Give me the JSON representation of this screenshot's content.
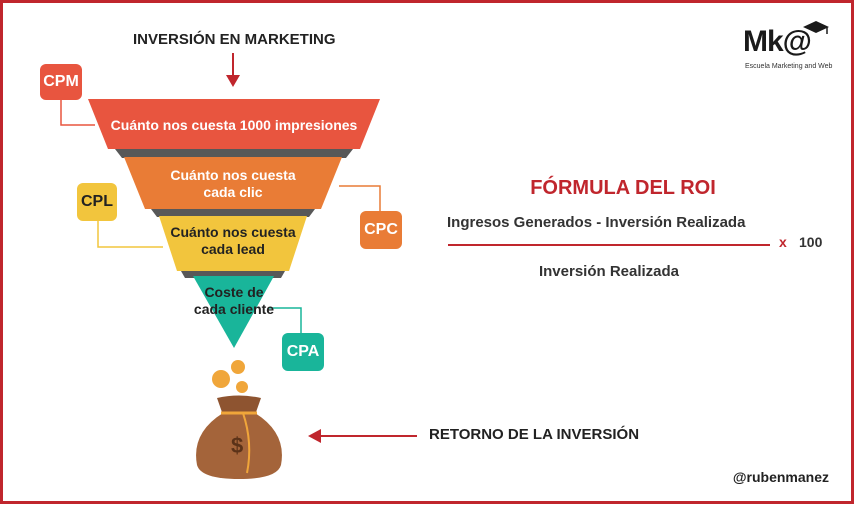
{
  "header": {
    "top_label": "INVERSIÓN EN MARKETING"
  },
  "logo": {
    "text": "Mk@",
    "subtitle": "Escuela Marketing and Web"
  },
  "funnel": {
    "tiers": [
      {
        "label": "Cuánto nos cuesta 1000 impresiones",
        "tag": "CPM",
        "color": "#e8553f"
      },
      {
        "line1": "Cuánto nos cuesta",
        "line2": "cada clic",
        "tag": "CPC",
        "color": "#e97c36"
      },
      {
        "line1": "Cuánto nos cuesta",
        "line2": "cada lead",
        "tag": "CPL",
        "color": "#f2c53d"
      },
      {
        "line1": "Coste de",
        "line2": "cada cliente",
        "tag": "CPA",
        "color": "#19b59a"
      }
    ]
  },
  "roi": {
    "title": "FÓRMULA DEL ROI",
    "numerator": "Ingresos Generados - Inversión Realizada",
    "times": "x",
    "multiplier": "100",
    "denominator": "Inversión Realizada"
  },
  "bottom_label": "RETORNO DE LA INVERSIÓN",
  "bag_symbol": "$",
  "handle": "@rubenmanez",
  "colors": {
    "accent": "#c0262d",
    "bag": "#a4643a",
    "coin": "#f0a63a"
  }
}
